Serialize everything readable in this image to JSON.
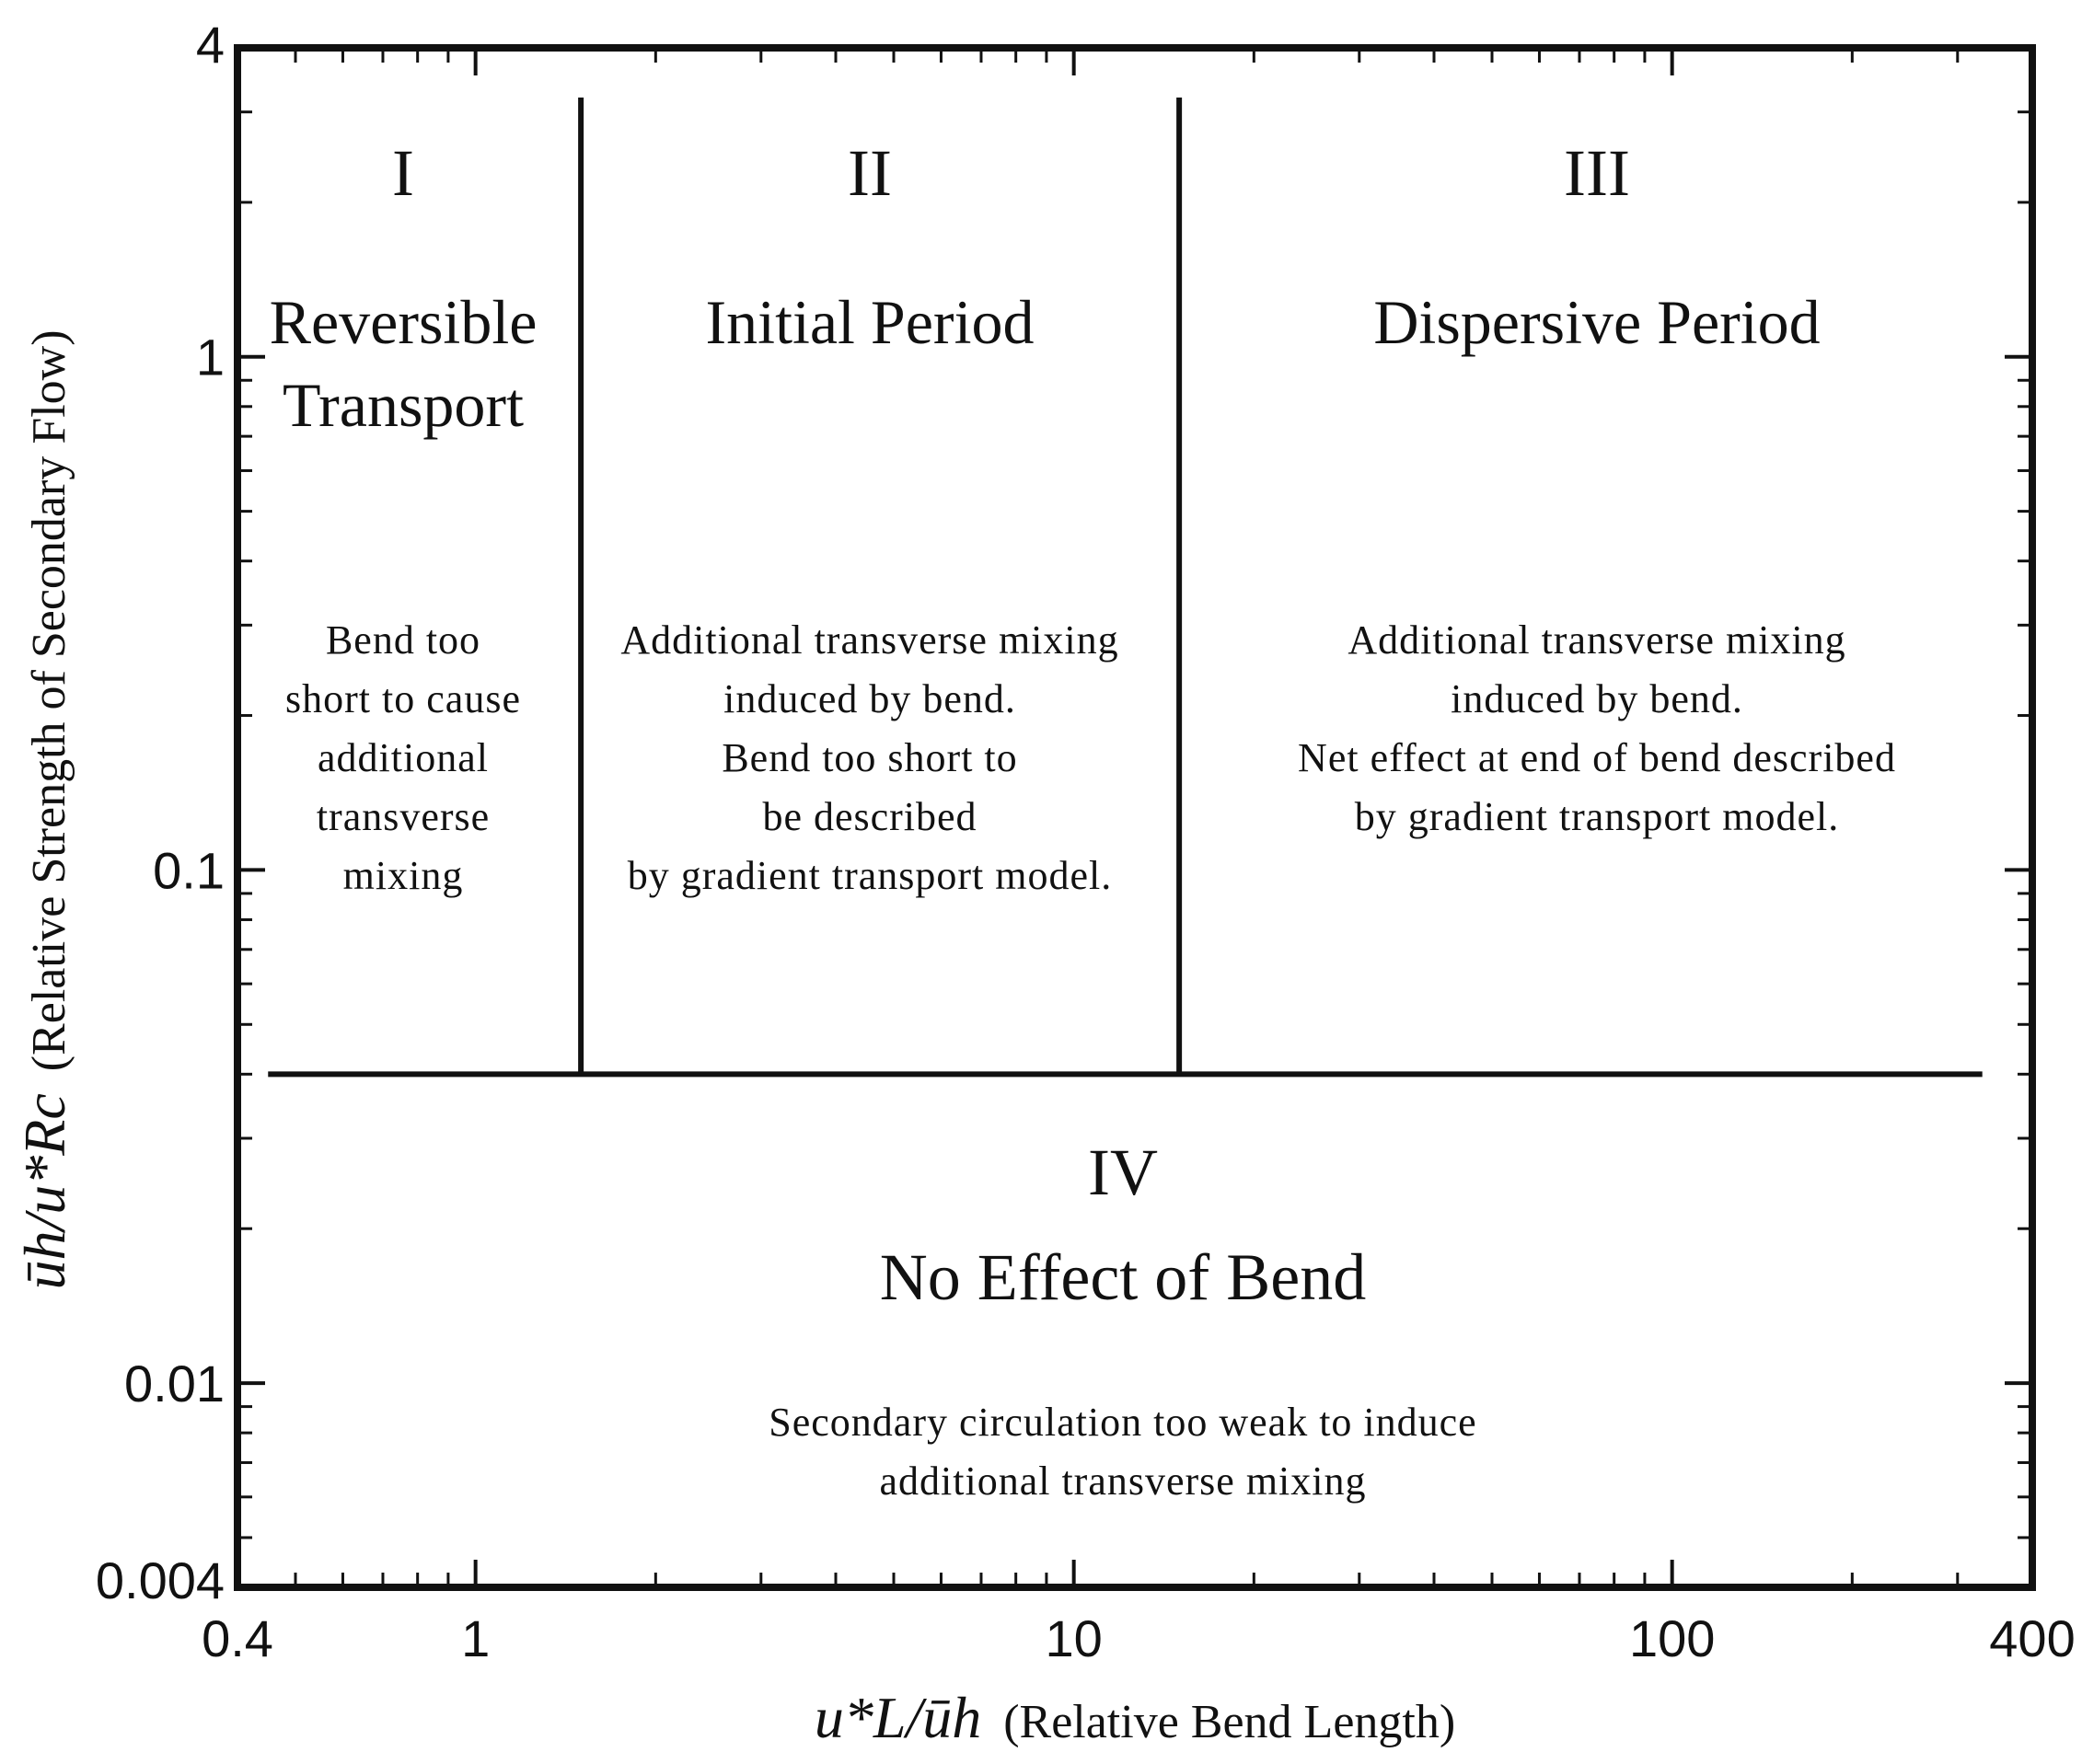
{
  "chart_data": {
    "type": "regime-diagram",
    "x_axis": {
      "scale": "log",
      "range": [
        0.4,
        400
      ],
      "tick_labels": [
        "0.4",
        "1",
        "10",
        "100",
        "400"
      ],
      "label_math": "u*L/ūh",
      "label_text": "(Relative Bend Length)"
    },
    "y_axis": {
      "scale": "log",
      "range": [
        0.004,
        4
      ],
      "tick_labels": [
        "4",
        "1",
        "0.1",
        "0.01",
        "0.004"
      ],
      "label_math": "ūh/u*Rc",
      "label_text": "(Relative Strength of Secondary Flow)"
    },
    "boundaries": {
      "horizontal_y": 0.04,
      "horizontal_x_range": [
        0.45,
        330
      ],
      "vertical_lines": [
        {
          "x": 1.5,
          "y_range": [
            0.04,
            3.2
          ]
        },
        {
          "x": 15,
          "y_range": [
            0.04,
            3.2
          ]
        }
      ]
    },
    "regions": [
      {
        "numeral": "I",
        "title_lines": [
          "Reversible",
          "Transport"
        ],
        "desc_lines": [
          "Bend too",
          "short to cause",
          "additional",
          "transverse",
          "mixing"
        ]
      },
      {
        "numeral": "II",
        "title_lines": [
          "Initial Period"
        ],
        "desc_lines": [
          "Additional transverse mixing",
          "induced by bend.",
          "Bend too short to",
          "be described",
          "by gradient transport model."
        ]
      },
      {
        "numeral": "III",
        "title_lines": [
          "Dispersive Period"
        ],
        "desc_lines": [
          "Additional transverse mixing",
          "induced by bend.",
          "Net effect at end of bend described",
          "by gradient transport model."
        ]
      },
      {
        "numeral": "IV",
        "title_lines": [
          "No Effect of Bend"
        ],
        "desc_lines": [
          "Secondary circulation too weak to induce",
          "additional transverse mixing"
        ]
      }
    ],
    "grid": false,
    "legend": "none"
  }
}
